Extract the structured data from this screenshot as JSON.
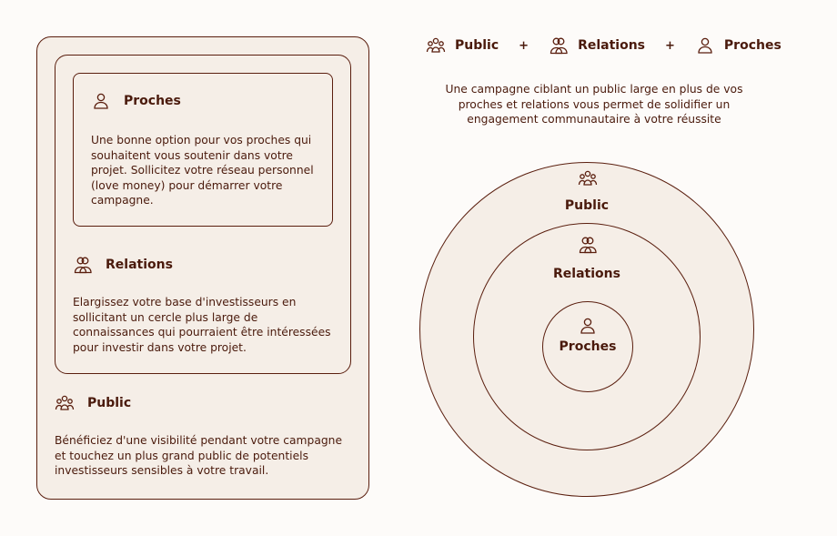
{
  "left": {
    "proches": {
      "title": "Proches",
      "text": "Une bonne option pour vos proches qui souhaitent vous soutenir dans votre projet. Sollicitez votre réseau personnel (love money) pour démarrer votre campagne."
    },
    "relations": {
      "title": "Relations",
      "text": "Elargissez votre base d'investisseurs en sollicitant un cercle plus large de connaissances qui pourraient être intéressées pour investir dans votre projet."
    },
    "public": {
      "title": "Public",
      "text": "Bénéficiez d'une visibilité pendant votre campagne et touchez un plus grand public de potentiels investisseurs sensibles à votre travail."
    }
  },
  "right": {
    "formula": {
      "public": "Public",
      "plus": "+",
      "relations": "Relations",
      "proches": "Proches"
    },
    "caption": "Une campagne ciblant un public large en plus de vos proches et relations vous permet de solidifier un engagement communautaire à votre réussite",
    "circles": {
      "outer": "Public",
      "middle": "Relations",
      "inner": "Proches"
    }
  },
  "colors": {
    "stroke": "#5a1e0e",
    "fill": "#f5eee7"
  }
}
